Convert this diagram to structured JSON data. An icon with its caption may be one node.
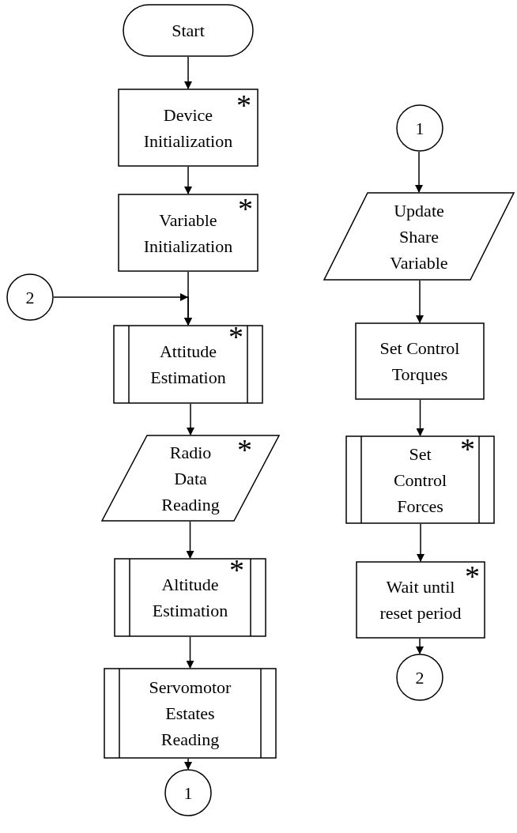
{
  "diagram": {
    "nodes": [
      {
        "text": [
          "Start"
        ]
      },
      {
        "text": [
          "*",
          "Device Initialization"
        ]
      },
      {
        "text": [
          "*",
          "Variable Initialization"
        ]
      },
      {
        "text": [
          "2"
        ]
      },
      {
        "text": [
          "*",
          "Attitude Estimation"
        ]
      },
      {
        "text": [
          "*",
          "Radio Data Reading"
        ]
      },
      {
        "text": [
          "*",
          "Altitude Estimation"
        ]
      },
      {
        "text": [
          "Servomotor Estates Reading"
        ]
      },
      {
        "text": [
          "1"
        ]
      },
      {
        "text": [
          "1"
        ]
      },
      {
        "text": [
          "Update Share Variable"
        ]
      },
      {
        "text": [
          "Set Control Torques"
        ]
      },
      {
        "text": [
          "*",
          "Set Control Forces"
        ]
      },
      {
        "text": [
          "*",
          "Wait until reset period"
        ]
      },
      {
        "text": [
          "2"
        ]
      }
    ],
    "edges": [
      {
        "from": 0,
        "to": 1,
        "arrow": "to"
      },
      {
        "from": 1,
        "to": 2,
        "arrow": "to"
      },
      {
        "from": 2,
        "to": 4,
        "arrow": "to"
      },
      {
        "from": 3,
        "to": 4,
        "arrow": "to"
      },
      {
        "from": 4,
        "to": 5,
        "arrow": "to"
      },
      {
        "from": 5,
        "to": 6,
        "arrow": "to"
      },
      {
        "from": 6,
        "to": 7,
        "arrow": "to"
      },
      {
        "from": 7,
        "to": 8,
        "arrow": "to"
      },
      {
        "from": 9,
        "to": 10,
        "arrow": "to"
      },
      {
        "from": 10,
        "to": 11,
        "arrow": "to"
      },
      {
        "from": 11,
        "to": 12,
        "arrow": "to"
      },
      {
        "from": 12,
        "to": 13,
        "arrow": "to"
      },
      {
        "from": 13,
        "to": 14,
        "arrow": "to"
      }
    ]
  }
}
